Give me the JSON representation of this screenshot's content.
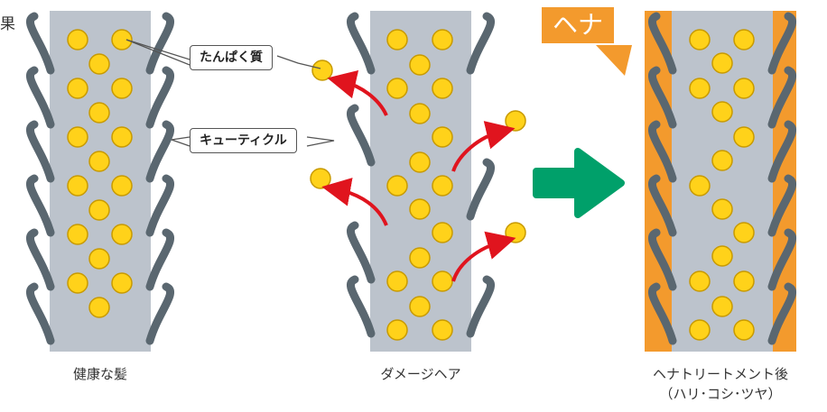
{
  "corner_text": "果",
  "captions": {
    "healthy": "健康な髪",
    "damaged": "ダメージヘア",
    "treated_line1": "ヘナトリートメント後",
    "treated_line2": "（ハリ･コシ･ツヤ）"
  },
  "callouts": {
    "protein": "たんぱく質",
    "cuticle": "キューティクル"
  },
  "badge": "ヘナ",
  "colors": {
    "hair": "#bcc3cc",
    "cuticle": "#5a6770",
    "protein_fill": "#ffd21a",
    "protein_stroke": "#c89a00",
    "arrow_red": "#e0141e",
    "arrow_green": "#00a06a",
    "henna": "#f39a2d"
  }
}
